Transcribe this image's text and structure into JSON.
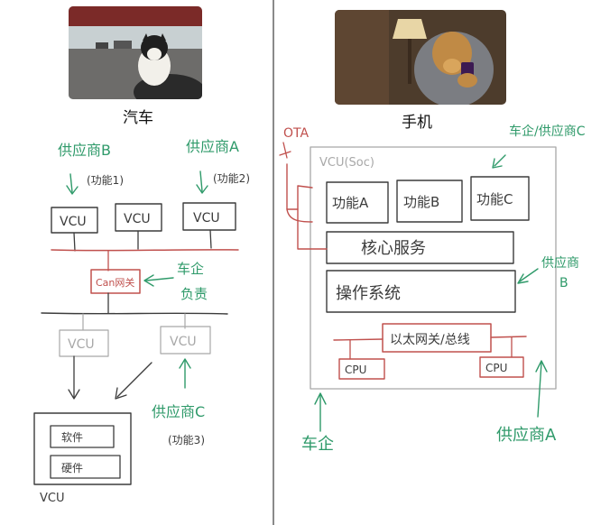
{
  "colors": {
    "ink_dark": "#3c3c3c",
    "ink_light": "#a8a8a8",
    "red": "#c0504d",
    "green": "#2f9a6a"
  },
  "left": {
    "caption": "汽车",
    "image_description": "cat-in-car-photo",
    "supplier_b": "供应商B",
    "supplier_b_func": "(功能1)",
    "supplier_a": "供应商A",
    "supplier_a_func": "(功能2)",
    "vcu_top": [
      "VCU",
      "VCU",
      "VCU"
    ],
    "gateway": "Can网关",
    "oem_note": "车企负责",
    "vcu_bottom": [
      "VCU",
      "VCU"
    ],
    "supplier_c": "供应商C",
    "supplier_c_func": "(功能3)",
    "software": "软件",
    "hardware": "硬件",
    "vcu_label": "VCU"
  },
  "right": {
    "caption": "手机",
    "image_description": "dog-with-phone-photo",
    "ota": "OTA",
    "supplier_wheel": "车企/供应商C",
    "soc": "VCU(Soc)",
    "functions": [
      "功能A",
      "功能B",
      "功能C"
    ],
    "core_service": "核心服务",
    "os": "操作系统",
    "supplier_b": "供应商B",
    "ethernet": "以太网关/总线",
    "cpu": [
      "CPU",
      "CPU"
    ],
    "oem": "车企",
    "supplier_a": "供应商A"
  }
}
